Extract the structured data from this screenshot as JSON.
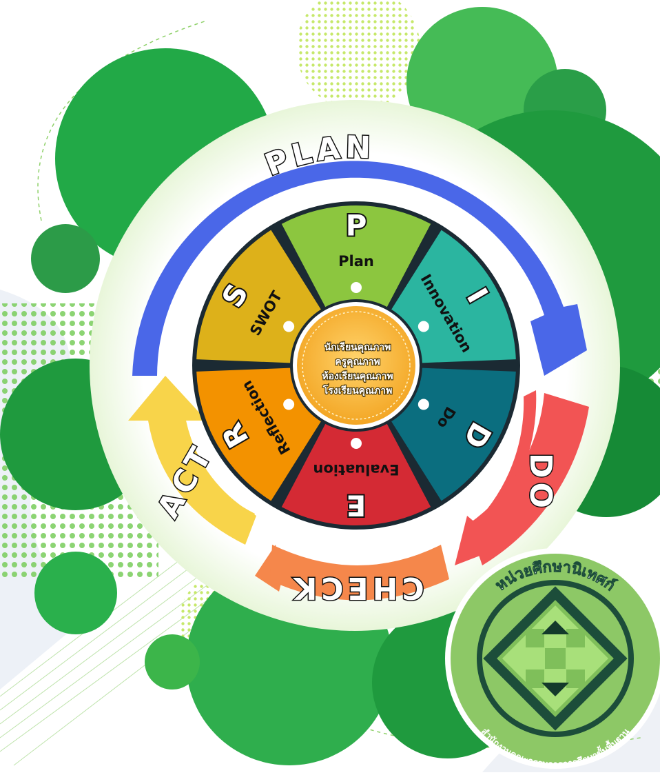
{
  "diagram": {
    "outer_arcs": {
      "plan": "PLAN",
      "do": "DO",
      "check": "CHECK",
      "act": "ACT"
    },
    "segments": [
      {
        "letter": "P",
        "word": "Plan",
        "color": "#8cc63f"
      },
      {
        "letter": "I",
        "word": "Innovation",
        "color": "#2bb5a0"
      },
      {
        "letter": "D",
        "word": "Do",
        "color": "#0b6e7f"
      },
      {
        "letter": "E",
        "word": "Evaluation",
        "color": "#d42a34"
      },
      {
        "letter": "R",
        "word": "Reflection",
        "color": "#f39200"
      },
      {
        "letter": "S",
        "word": "SWOT",
        "color": "#ddb11a"
      }
    ],
    "center": {
      "line1": "นักเรียนคุณภาพ",
      "line2": "ครูคุณภาพ",
      "line3": "ห้องเรียนคุณภาพ",
      "line4": "โรงเรียนคุณภาพ"
    },
    "arc_colors": {
      "plan": "#4a67e8",
      "do": "#f25454",
      "check": "#f5874b",
      "act": "#f8d44a"
    }
  },
  "seal": {
    "top_text": "หน่วยศึกษานิเทศก์",
    "bottom_text": "สำนักงานคณะกรรมการการศึกษาขั้นพื้นฐาน",
    "icon": "four-arrows-icon"
  },
  "colors": {
    "green_dark": "#1f9a3e",
    "green_mid": "#3cb54a",
    "green_light": "#8fd16a"
  }
}
